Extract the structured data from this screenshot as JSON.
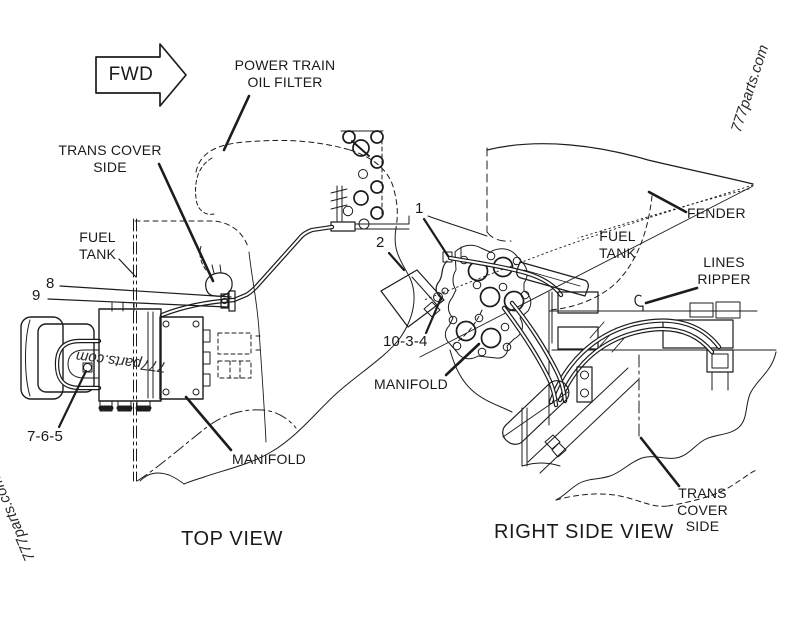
{
  "diagram": {
    "fwd_arrow_label": "FWD",
    "watermark": "777parts.com",
    "colors": {
      "line": "#1c1c1c",
      "background": "#ffffff"
    },
    "top_view": {
      "caption": "TOP VIEW",
      "labels": {
        "power_train_oil_filter": "POWER TRAIN\nOIL FILTER",
        "trans_cover_side": "TRANS COVER\nSIDE",
        "fuel_tank": "FUEL\nTANK",
        "ref_8": "8",
        "ref_9": "9",
        "ref_7_6_5": "7-6-5",
        "manifold": "MANIFOLD"
      }
    },
    "right_side_view": {
      "caption": "RIGHT SIDE VIEW",
      "labels": {
        "ref_1": "1",
        "ref_2": "2",
        "ref_10_3_4": "10-3-4",
        "manifold": "MANIFOLD",
        "fuel_tank": "FUEL\nTANK",
        "fender": "FENDER",
        "lines_ripper": "LINES\nRIPPER",
        "trans_cover_side": "TRANS\nCOVER SIDE"
      }
    }
  }
}
